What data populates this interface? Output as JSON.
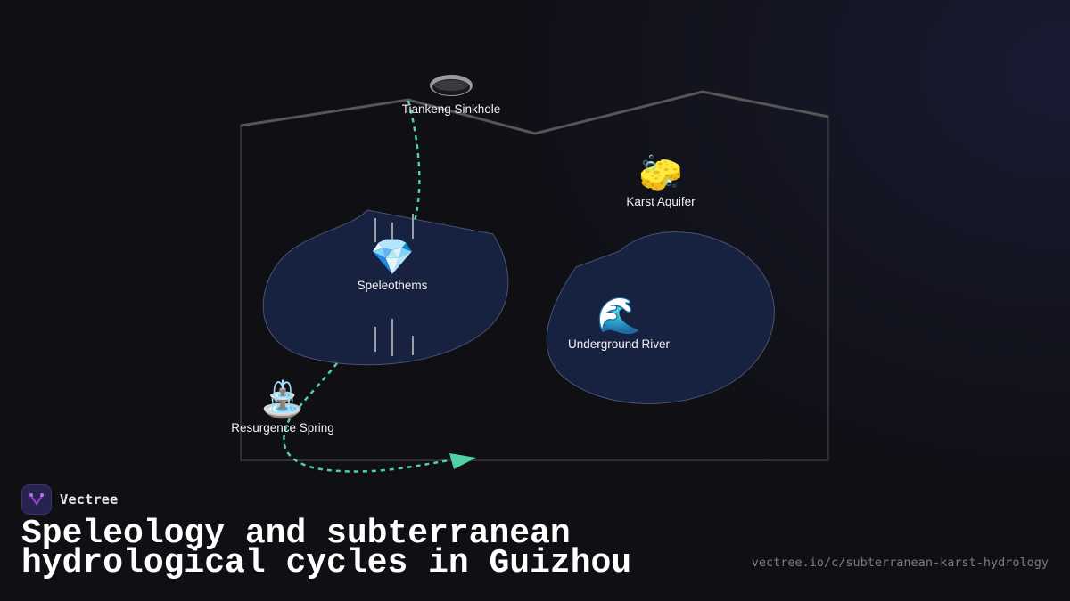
{
  "diagram": {
    "colors": {
      "background": "#0f0f14",
      "terrain_outline": "#555555",
      "cavern_fill": "#172240",
      "flow_path": "#4fd1a5",
      "stalactite": "#9a9ea6",
      "label_text": "#f2f2f2"
    },
    "nodes": [
      {
        "id": "sinkhole",
        "label": "Tiankeng Sinkhole",
        "icon": "sinkhole-hole-icon"
      },
      {
        "id": "speleothems",
        "label": "Speleothems",
        "icon": "gem-icon",
        "glyph": "💎"
      },
      {
        "id": "aquifer",
        "label": "Karst Aquifer",
        "icon": "sponge-icon",
        "glyph": "🧽"
      },
      {
        "id": "river",
        "label": "Underground River",
        "icon": "water-wave-icon",
        "glyph": "🌊"
      },
      {
        "id": "spring",
        "label": "Resurgence Spring",
        "icon": "fountain-icon",
        "glyph": "⛲"
      }
    ],
    "flow": [
      "Tiankeng Sinkhole",
      "Speleothems",
      "Resurgence Spring",
      "outflow"
    ]
  },
  "brand": {
    "name": "Vectree",
    "logo_icon": "vectree-logo-icon"
  },
  "title": {
    "line1": "Speleology and subterranean",
    "line2": "hydrological cycles in Guizhou"
  },
  "url": "vectree.io/c/subterranean-karst-hydrology"
}
